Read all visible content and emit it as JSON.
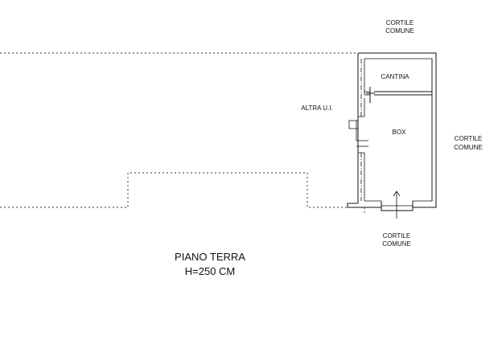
{
  "labels": {
    "cortile_top_line1": "CORTILE",
    "cortile_top_line2": "COMUNE",
    "cortile_right_line1": "CORTILE",
    "cortile_right_line2": "COMUNE",
    "cortile_bottom_line1": "CORTILE",
    "cortile_bottom_line2": "COMUNE",
    "cantina": "CANTINA",
    "box": "BOX",
    "altra_ui": "ALTRA U.I.",
    "title_line1": "PIANO TERRA",
    "title_line2": "H=250 CM"
  }
}
